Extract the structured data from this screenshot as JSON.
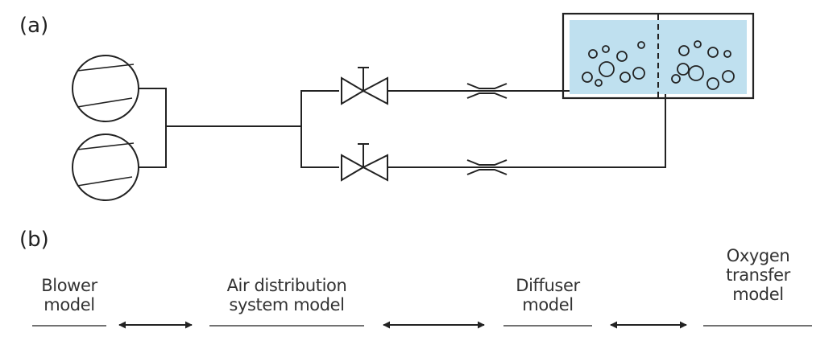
{
  "panel_a_label": "(a)",
  "panel_b_label": "(b)",
  "colors": {
    "line": "#222222",
    "water": "#bfe0ef",
    "text": "#333333"
  },
  "icons": [
    "blower-icon",
    "valve-icon",
    "flow-restriction-icon",
    "aeration-tank-icon",
    "bubble-icon",
    "double-arrow-icon"
  ],
  "models": [
    {
      "lines": [
        "Blower",
        "model"
      ]
    },
    {
      "lines": [
        "Air distribution",
        "system model"
      ]
    },
    {
      "lines": [
        "Diffuser",
        "model"
      ]
    },
    {
      "lines": [
        "Oxygen",
        "transfer",
        "model"
      ]
    }
  ]
}
